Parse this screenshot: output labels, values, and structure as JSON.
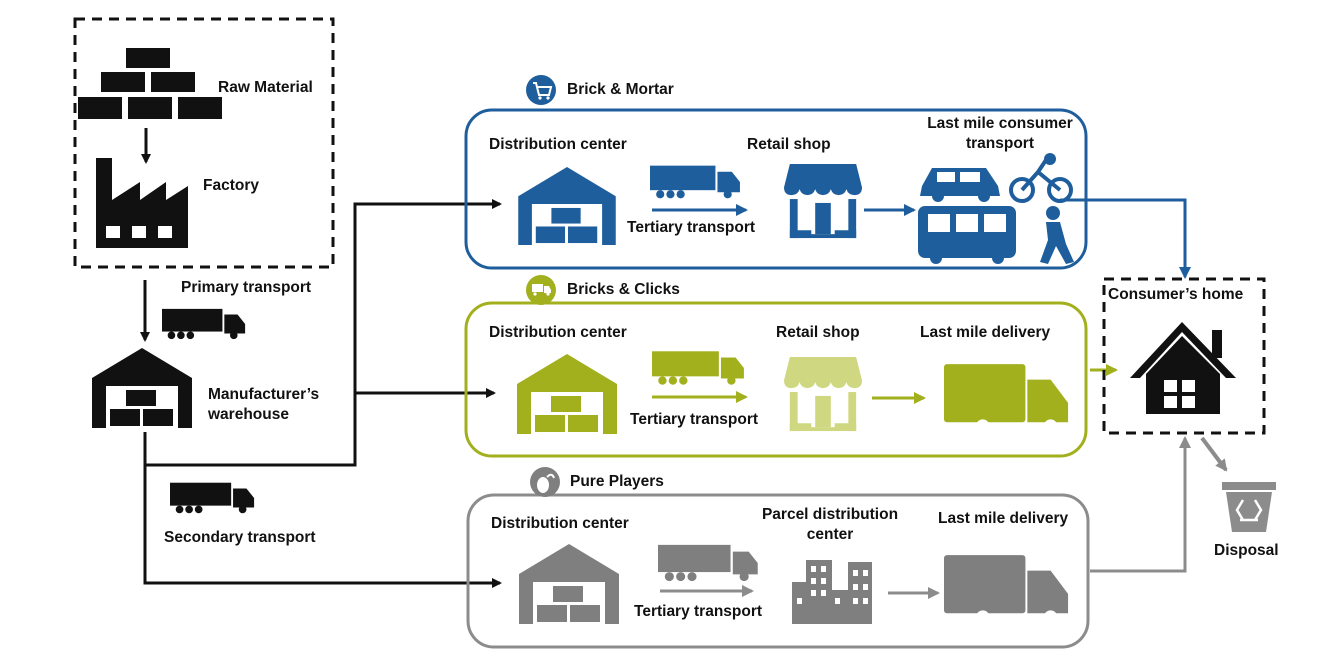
{
  "colors": {
    "black": "#111111",
    "brick_mortar": "#1f5e9c",
    "bricks_clicks": "#a3b01e",
    "bricks_clicks_light": "#cfd780",
    "pure_players": "#7f7f7f"
  },
  "supply": {
    "raw_material": "Raw Material",
    "factory": "Factory",
    "primary_transport": "Primary transport",
    "manufacturer_warehouse": "Manufacturer’s warehouse",
    "secondary_transport": "Secondary transport"
  },
  "channels": [
    {
      "title": "Brick & Mortar",
      "icon": "shopping-cart-icon",
      "distribution_center": "Distribution center",
      "tertiary_transport": "Tertiary transport",
      "retail_shop": "Retail shop",
      "last_mile": "Last mile consumer transport"
    },
    {
      "title": "Bricks & Clicks",
      "icon": "delivery-truck-icon",
      "distribution_center": "Distribution center",
      "tertiary_transport": "Tertiary transport",
      "retail_shop": "Retail shop",
      "last_mile": "Last mile delivery"
    },
    {
      "title": "Pure Players",
      "icon": "online-mouse-icon",
      "distribution_center": "Distribution center",
      "tertiary_transport": "Tertiary transport",
      "parcel_center": "Parcel distribution center",
      "last_mile": "Last mile delivery"
    }
  ],
  "consumer_home": "Consumer’s home",
  "disposal": "Disposal"
}
